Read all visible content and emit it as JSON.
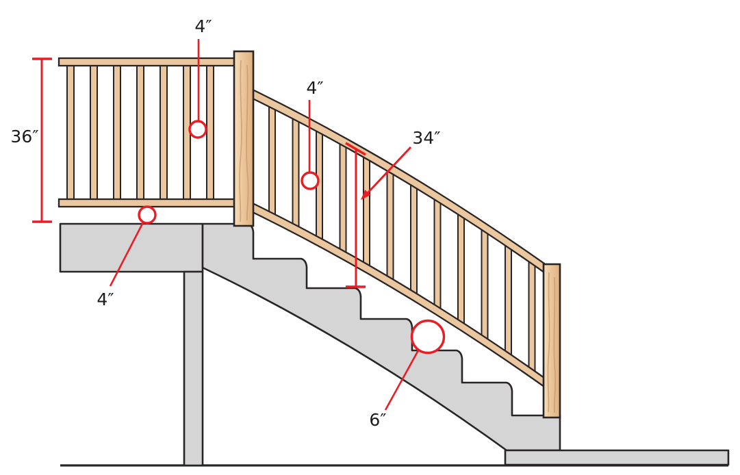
{
  "diagram": {
    "description": "Deck and stair guardrail code dimensions",
    "annotations": {
      "deck_rail_height": {
        "label": "36″"
      },
      "deck_baluster_spacing": {
        "label": "4″"
      },
      "stair_baluster_spacing": {
        "label": "4″"
      },
      "deck_bottom_gap": {
        "label": "4″"
      },
      "stair_rail_height": {
        "label": "34″"
      },
      "stair_triangle_gap": {
        "label": "6″"
      }
    },
    "colors": {
      "dimension_red": "#ea1c24",
      "wood": "#eac79e",
      "wood_light": "#f6ddb8",
      "wood_dark": "#dfb082",
      "wood_grain": "#c79b6b",
      "concrete": "#d5d5d5",
      "outline": "#292526",
      "label_color": "#1c1a1b",
      "background": "#ffffff"
    }
  }
}
